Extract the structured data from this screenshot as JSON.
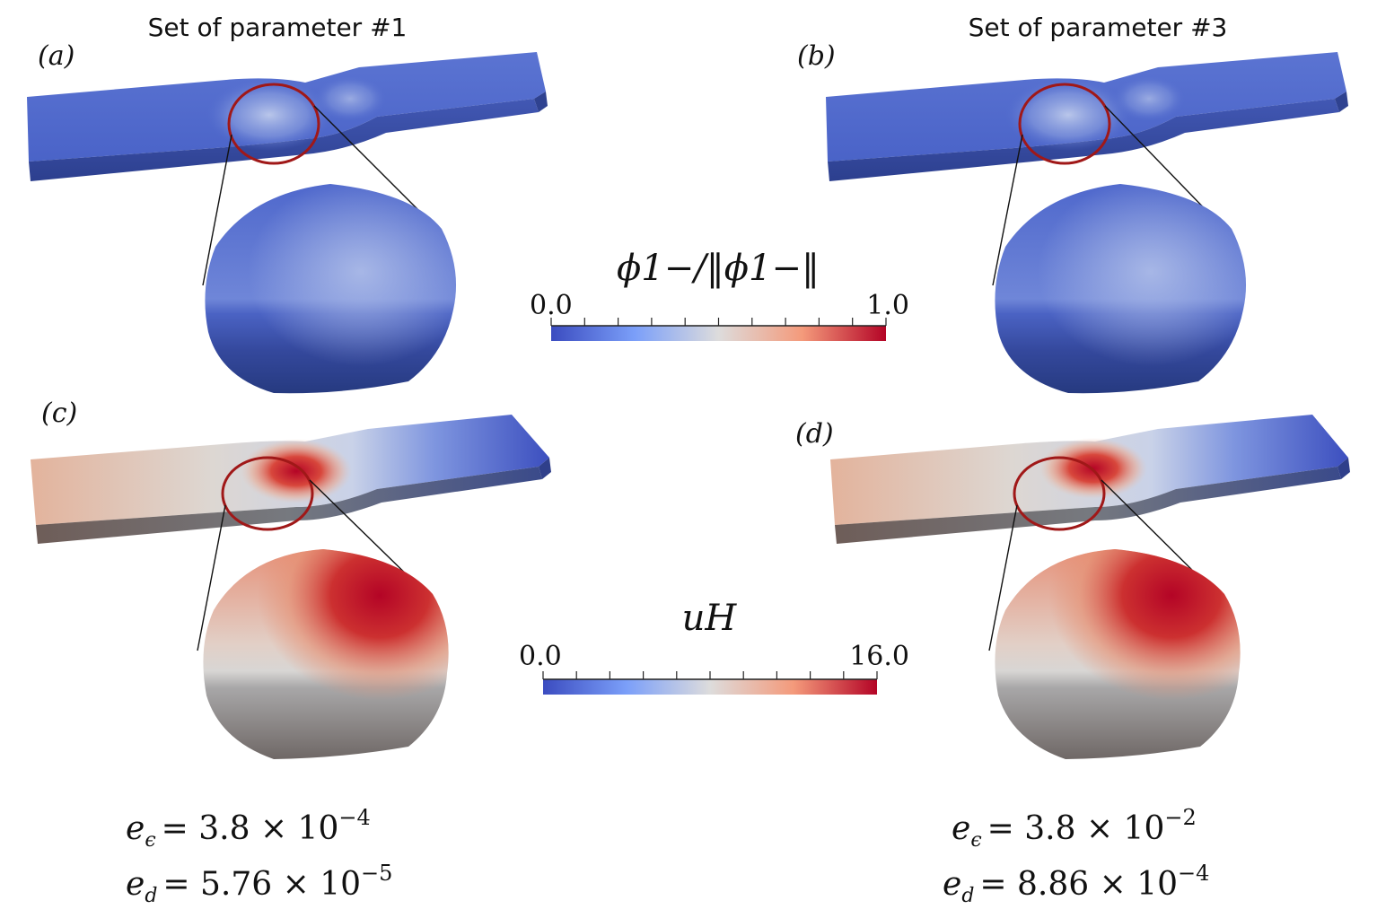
{
  "headers": {
    "left": "Set of parameter #1",
    "right": "Set of parameter #3"
  },
  "panel_labels": [
    "(a)",
    "(b)",
    "(c)",
    "(d)"
  ],
  "colorbar_phi": {
    "title": "ϕ1−/‖ϕ1−‖",
    "min_label": "0.0",
    "max_label": "1.0",
    "low_color": "#3b4cc0",
    "mid_color": "#dddddd",
    "high_color": "#b40426"
  },
  "colorbar_u": {
    "title": "uH",
    "min_label": "0.0",
    "max_label": "16.0",
    "low_color": "#3b4cc0",
    "mid_color": "#dddddd",
    "high_color": "#b40426"
  },
  "errors": {
    "left": {
      "e_eps_value": "= 3.8 × 10",
      "e_eps_exp": "−4",
      "e_d_value": "= 5.76 × 10",
      "e_d_exp": "−5"
    },
    "right": {
      "e_eps_value": "= 3.8 × 10",
      "e_eps_exp": "−2",
      "e_d_value": "= 8.86 × 10",
      "e_d_exp": "−4"
    }
  },
  "colors": {
    "zoom_circle": "#a01818",
    "bar_blue": "#4a63c8",
    "bar_blue_dark": "#2a3d8a",
    "u_left": "#e0b09a",
    "u_mid": "#dcdad8",
    "u_hot": "#b40426"
  }
}
